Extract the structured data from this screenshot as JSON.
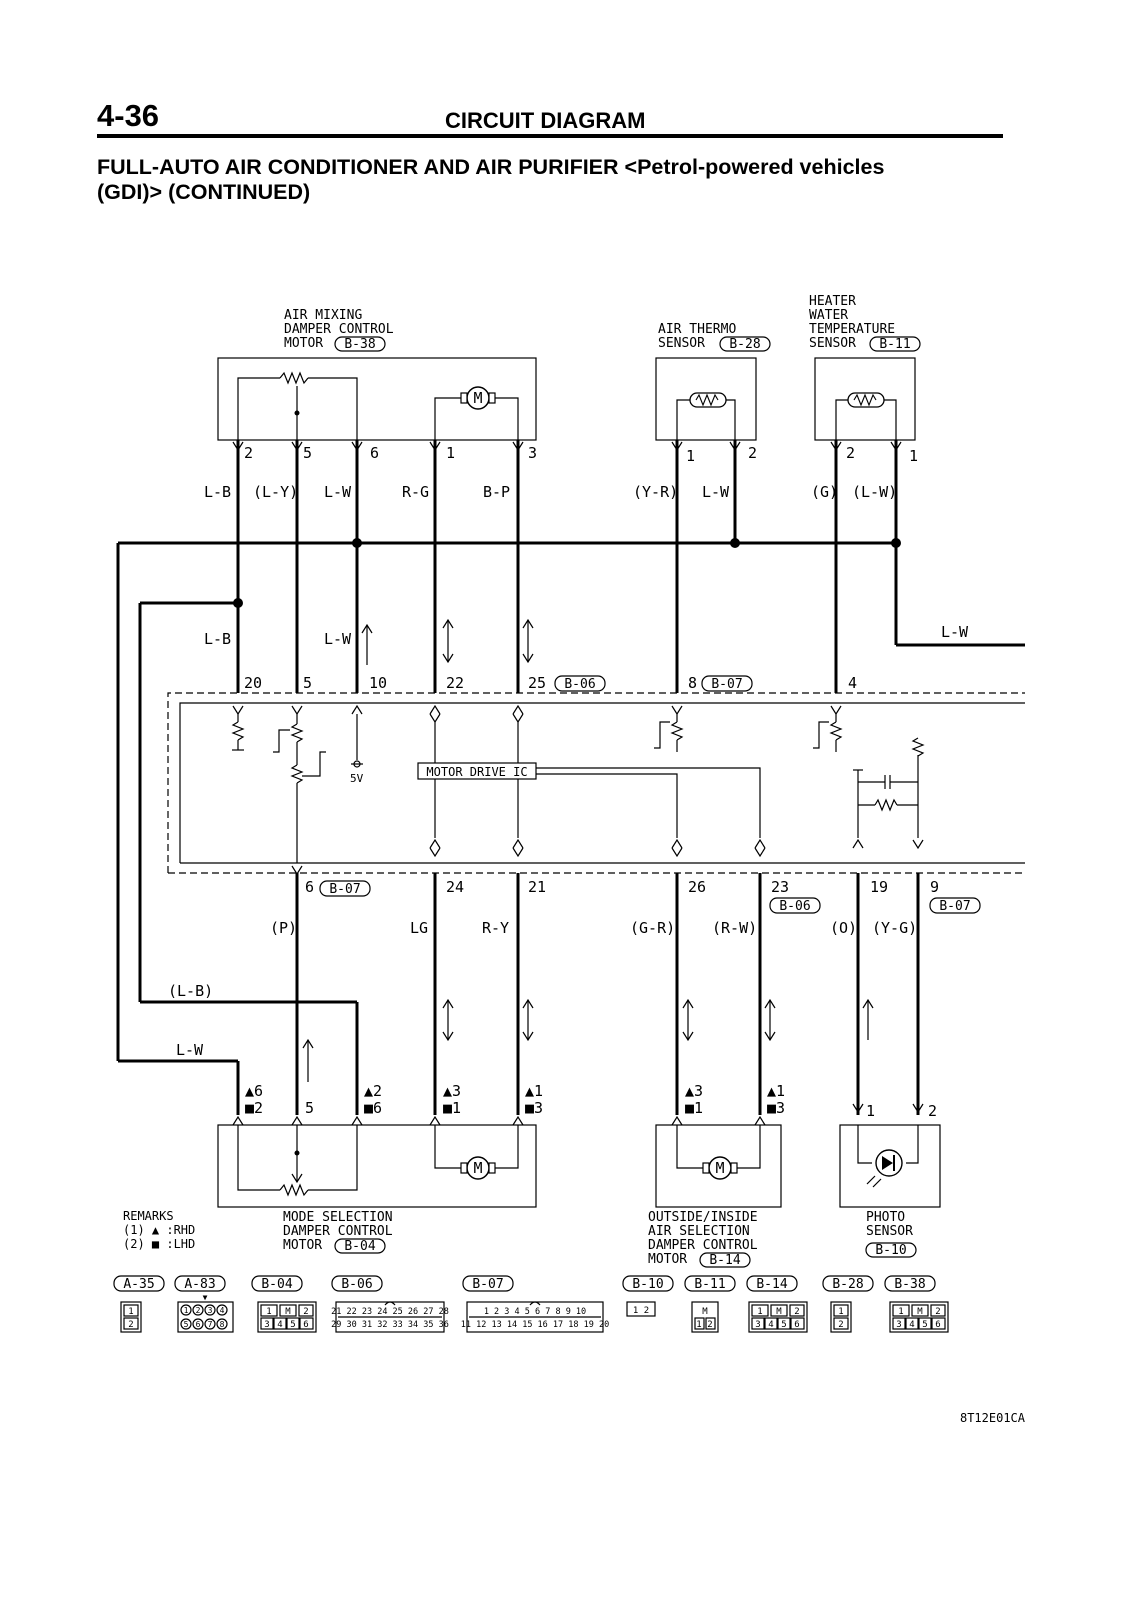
{
  "header": {
    "page_number": "4-36",
    "section_title": "CIRCUIT DIAGRAM",
    "title_line1": "FULL-AUTO AIR CONDITIONER AND AIR PURIFIER <Petrol-powered vehicles",
    "title_line2": "(GDI)> (CONTINUED)"
  },
  "components": {
    "air_mixing_motor": {
      "line1": "AIR MIXING",
      "line2": "DAMPER CONTROL",
      "line3": "MOTOR",
      "connector": "B-38"
    },
    "air_thermo_sensor": {
      "line1": "AIR THERMO",
      "line2": "SENSOR",
      "connector": "B-28"
    },
    "heater_water_sensor": {
      "line1": "HEATER",
      "line2": "WATER",
      "line3": "TEMPERATURE",
      "line4": "SENSOR",
      "connector": "B-11"
    },
    "mode_selection_motor": {
      "line1": "MODE SELECTION",
      "line2": "DAMPER CONTROL",
      "line3": "MOTOR",
      "connector": "B-04"
    },
    "outside_inside_motor": {
      "line1": "OUTSIDE/INSIDE",
      "line2": "AIR SELECTION",
      "line3": "DAMPER CONTROL",
      "line4": "MOTOR",
      "connector": "B-14"
    },
    "photo_sensor": {
      "line1": "PHOTO",
      "line2": "SENSOR",
      "connector": "B-10"
    },
    "motor_drive_ic": "MOTOR DRIVE IC",
    "v5": "5V"
  },
  "top_pins": {
    "p2": "2",
    "p5": "5",
    "p6": "6",
    "p1": "1",
    "p3": "3",
    "t1": "1",
    "t2": "2",
    "h2": "2",
    "h1": "1"
  },
  "top_wires": {
    "lb": "L-B",
    "ly": "(L-Y)",
    "lw": "L-W",
    "rg": "R-G",
    "bp": "B-P",
    "yr": "(Y-R)",
    "lw2": "L-W",
    "g": "(G)",
    "lw3": "(L-W)"
  },
  "mid_wires": {
    "lb": "L-B",
    "lw": "L-W",
    "lw_right": "L-W"
  },
  "ecu_top_pins": {
    "p20": "20",
    "p5": "5",
    "p10": "10",
    "p22": "22",
    "p25": "25",
    "c06": "B-06",
    "p8": "8",
    "c07": "B-07",
    "p4": "4"
  },
  "ecu_bottom_pins": {
    "p6": "6",
    "c07a": "B-07",
    "p24": "24",
    "p21": "21",
    "p26": "26",
    "p23": "23",
    "c06": "B-06",
    "p19": "19",
    "p9": "9",
    "c07b": "B-07"
  },
  "bottom_wires": {
    "p": "(P)",
    "lg": "LG",
    "ry": "R-Y",
    "gr": "(G-R)",
    "rw": "(R-W)",
    "o": "(O)",
    "yg": "(Y-G)",
    "lb": "(L-B)",
    "lw": "L-W"
  },
  "bottom_pins": {
    "a6": "▲6",
    "b2": "■2",
    "p5": "5",
    "a2": "▲2",
    "b6": "■6",
    "a3": "▲3",
    "b1": "■1",
    "a1": "▲1",
    "b3": "■3",
    "oa3": "▲3",
    "ob1": "■1",
    "oa1": "▲1",
    "ob3": "■3",
    "ps1": "1",
    "ps2": "2"
  },
  "remarks": {
    "title": "REMARKS",
    "r1": "(1) ▲ :RHD",
    "r2": "(2) ■ :LHD"
  },
  "connector_list": {
    "a35": "A-35",
    "a83": "A-83",
    "b04": "B-04",
    "b06": "B-06",
    "b07": "B-07",
    "b10": "B-10",
    "b11": "B-11",
    "b14": "B-14",
    "b28": "B-28",
    "b38": "B-38"
  },
  "figure_code": "8T12E01CA"
}
